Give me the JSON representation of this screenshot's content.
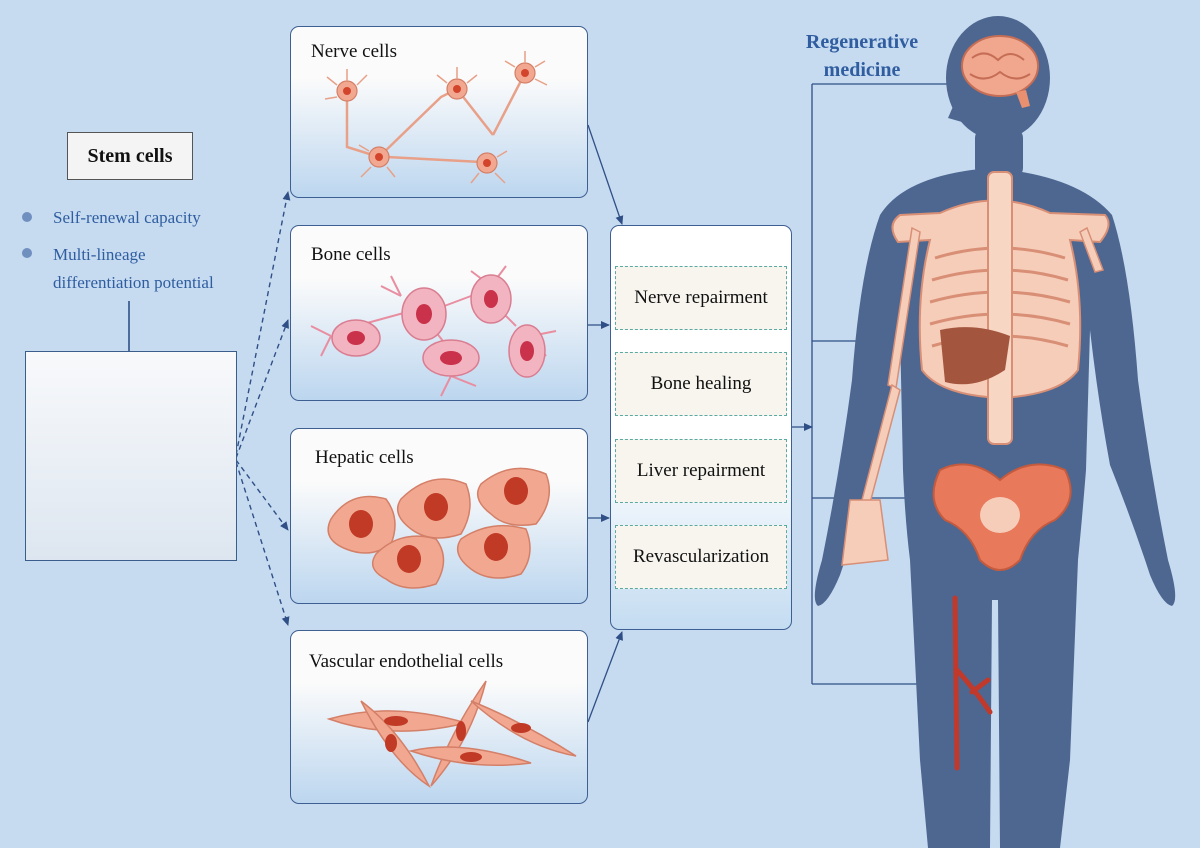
{
  "stem": {
    "title": "Stem cells",
    "properties": [
      "Self-renewal capacity",
      "Multi-lineage",
      "differentiation potential"
    ]
  },
  "cell_types": [
    {
      "label": "Nerve cells"
    },
    {
      "label": "Bone cells"
    },
    {
      "label": "Hepatic cells"
    },
    {
      "label": "Vascular endothelial cells"
    }
  ],
  "applications": [
    {
      "label": "Nerve repairment"
    },
    {
      "label": "Bone healing"
    },
    {
      "label": "Liver repairment"
    },
    {
      "label": "Revascularization"
    }
  ],
  "regenerative": {
    "line1": "Regenerative",
    "line2": "medicine"
  },
  "colors": {
    "background": "#c6dbf0",
    "accent_text": "#2f5da0",
    "cell_fill": "#f2a890",
    "cell_nucleus": "#d2452c",
    "body_silhouette": "#4e6791",
    "organ": "#e8795a"
  },
  "icons": [
    "stem-cell-icon",
    "neuron-icon",
    "osteocyte-icon",
    "hepatocyte-icon",
    "endothelial-cell-icon",
    "brain-icon",
    "skeleton-icon",
    "liver-icon",
    "pelvis-icon",
    "blood-vessel-icon",
    "human-body-icon"
  ]
}
